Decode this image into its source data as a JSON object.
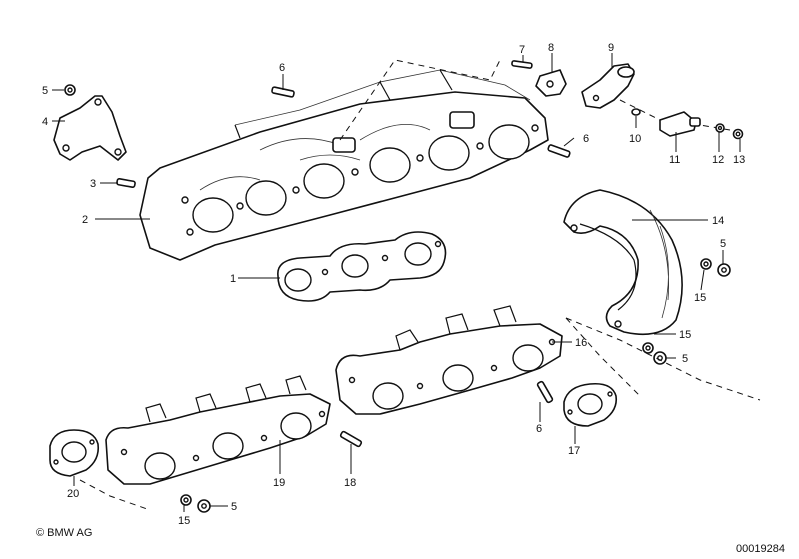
{
  "callouts": {
    "c1": "1",
    "c2": "2",
    "c3": "3",
    "c4": "4",
    "c5": "5",
    "c6": "6",
    "c7": "7",
    "c8": "8",
    "c9": "9",
    "c10": "10",
    "c11": "11",
    "c12": "12",
    "c13": "13",
    "c14": "14",
    "c15": "15",
    "c16": "16",
    "c17": "17",
    "c18": "18",
    "c19": "19",
    "c20": "20"
  },
  "footer": {
    "copyright": "© BMW AG",
    "diagram_number": "00019284"
  }
}
